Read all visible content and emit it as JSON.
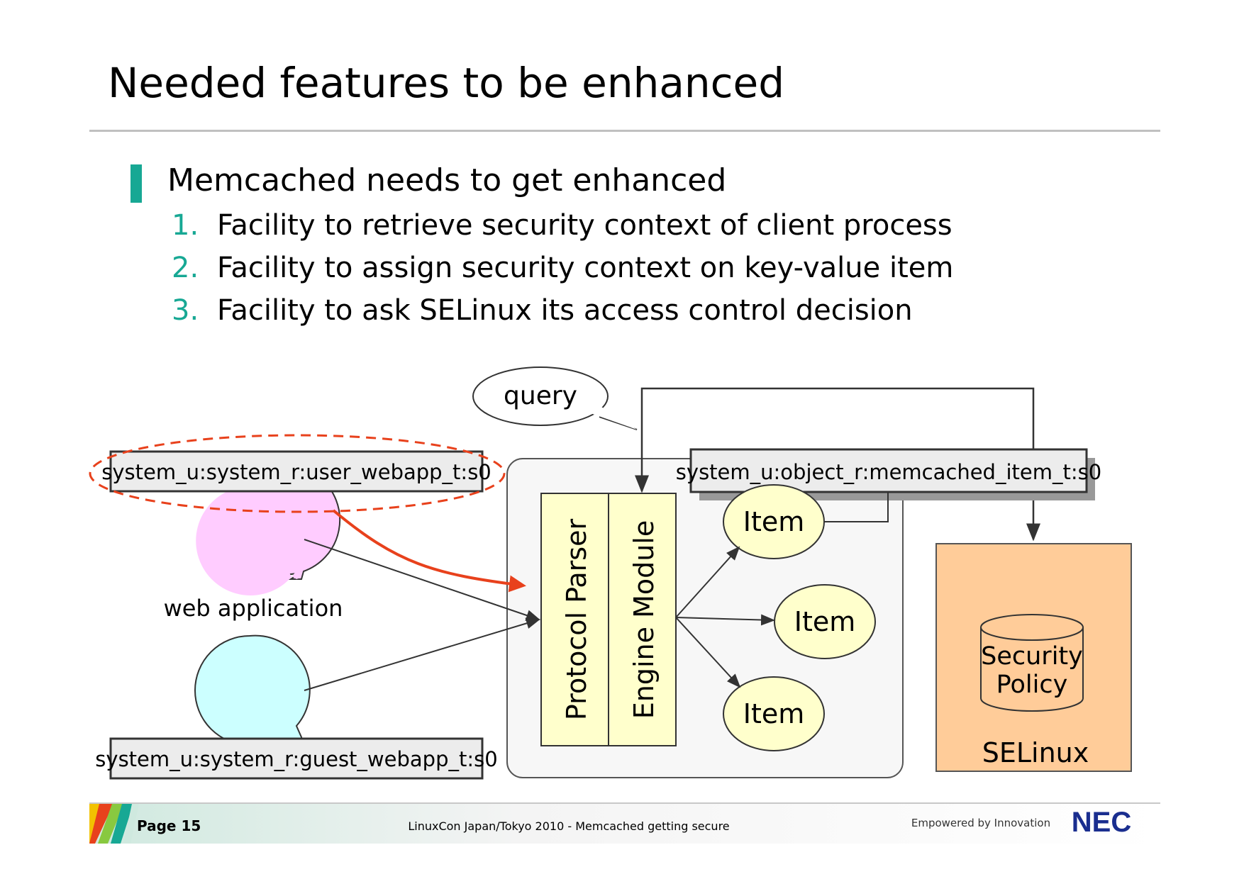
{
  "slide": {
    "title": "Needed features to be enhanced",
    "bullet": "Memcached needs to get enhanced",
    "items": [
      {
        "num": "1.",
        "text": "Facility to retrieve security context of client process"
      },
      {
        "num": "2.",
        "text": "Facility to assign security context on key-value item"
      },
      {
        "num": "3.",
        "text": "Facility to ask SELinux its access control decision"
      }
    ],
    "accent_color": "#17a894"
  },
  "diagram": {
    "query": "query",
    "user_context": "system_u:system_r:user_webapp_t:s0",
    "guest_context": "system_u:system_r:guest_webapp_t:s0",
    "web_app": "web application",
    "protocol_parser": "Protocol Parser",
    "engine_module": "Engine Module",
    "item_context": "system_u:object_r:memcached_item_t:s0",
    "item_label": "Item",
    "security_policy_line1": "Security",
    "security_policy_line2": "Policy",
    "selinux": "SELinux",
    "colors": {
      "user_head": "#ffccff",
      "guest_head": "#ccffff",
      "module_fill": "#ffffcc",
      "selinux_fill": "#ffcc99",
      "highlight": "#e8411c"
    }
  },
  "footer": {
    "page": "Page 15",
    "center": "LinuxCon Japan/Tokyo 2010 - Memcached getting secure",
    "tagline": "Empowered by Innovation",
    "logo": "NEC"
  }
}
